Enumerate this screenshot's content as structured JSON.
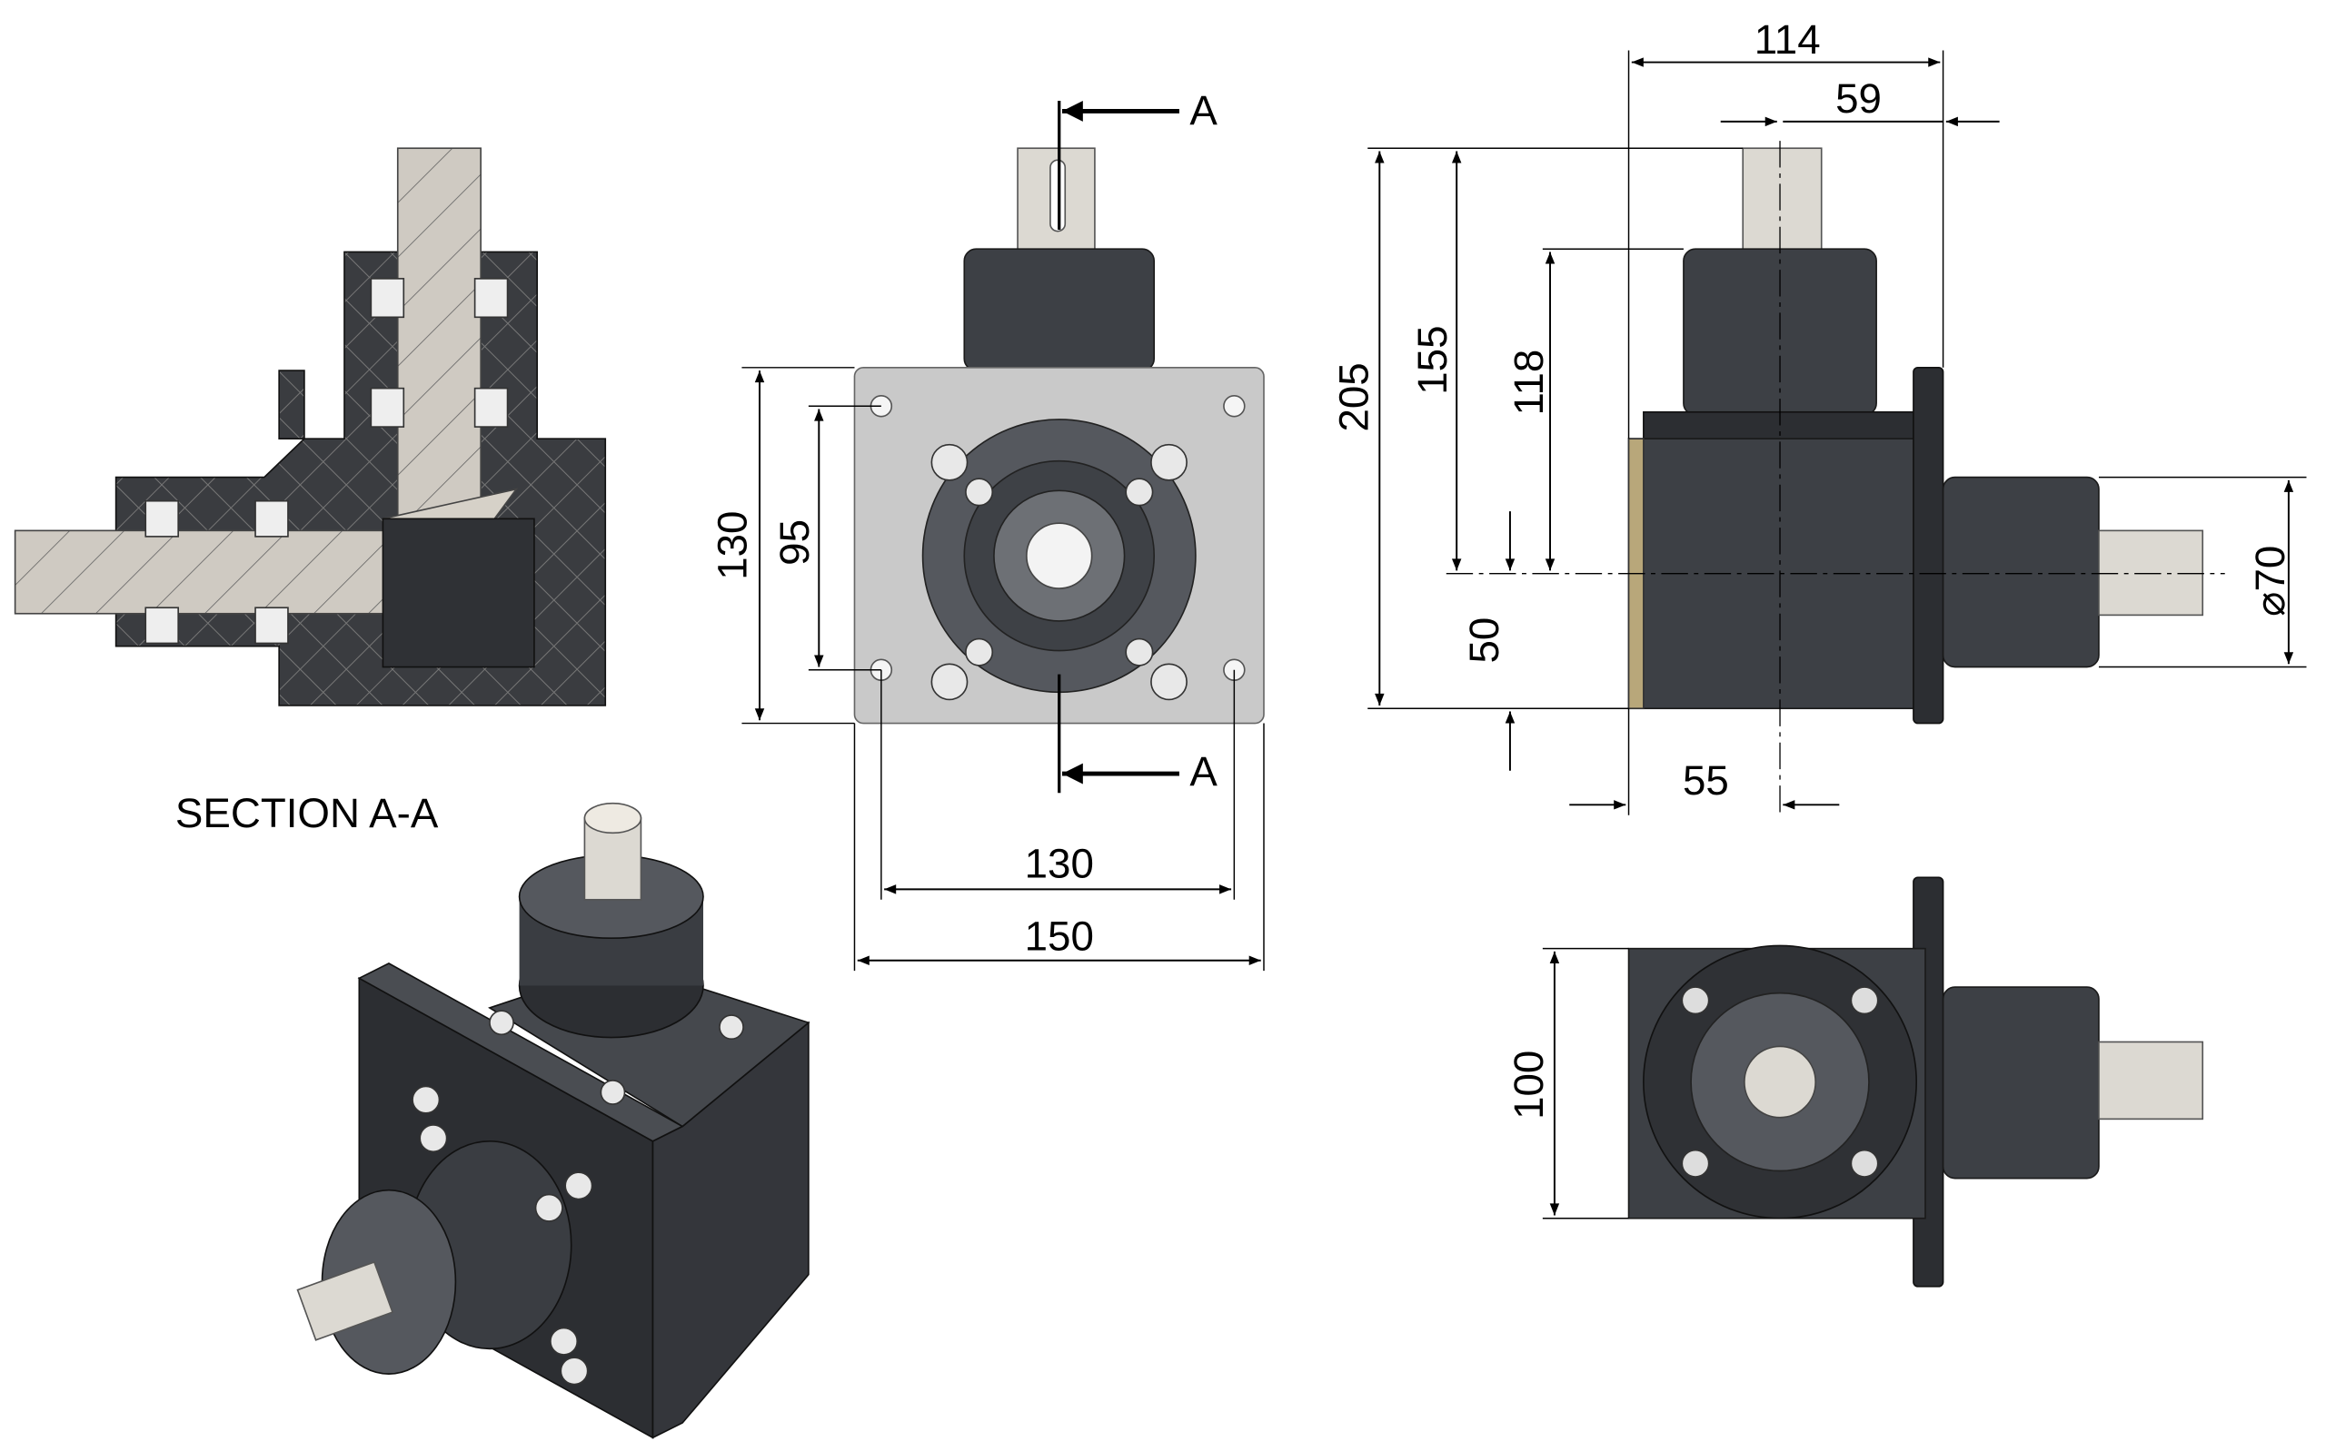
{
  "section_label": "SECTION A-A",
  "section_marker_top": "A",
  "section_marker_bottom": "A",
  "front_view": {
    "dim_height_outer": "130",
    "dim_height_holes": "95",
    "dim_width_holes": "130",
    "dim_width_outer": "150"
  },
  "side_view": {
    "dim_overall_width": "114",
    "dim_shaft_offset": "59",
    "dim_overall_height": "205",
    "dim_axis_height": "155",
    "dim_housing_height": "118",
    "dim_base_to_axis": "50",
    "dim_face_to_axis": "55",
    "dim_diameter": "⌀70"
  },
  "bottom_view": {
    "dim_body_height": "100"
  },
  "colors": {
    "housing": "#3d4045",
    "plate": "#c9c9c9",
    "shaft": "#dcd9d2"
  }
}
